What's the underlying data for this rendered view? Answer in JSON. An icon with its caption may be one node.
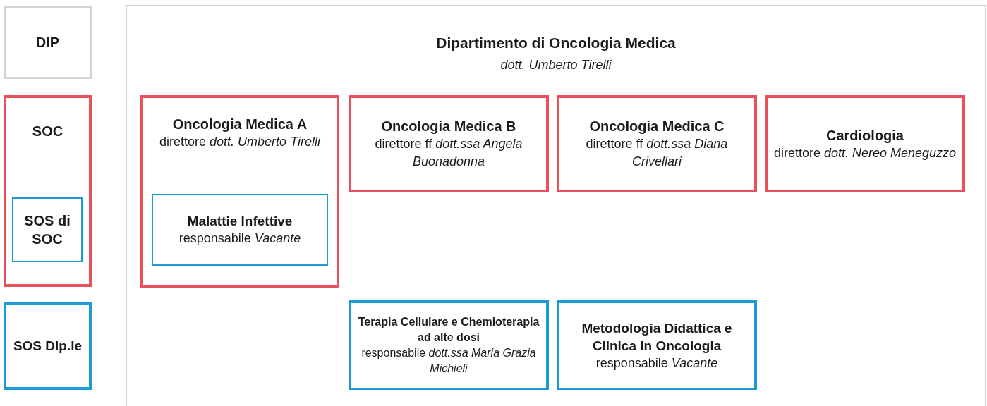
{
  "diagram": {
    "nodes": [
      {
        "text": [
          "DIP"
        ]
      },
      {
        "text": [
          "SOC"
        ]
      },
      {
        "text": [
          "SOS di SOC"
        ],
        "in": 1
      },
      {
        "text": [
          "SOS Dip.le"
        ]
      },
      {
        "text": [
          "Dipartimento di Oncologia Medica",
          "dott. Umberto Tirelli"
        ]
      },
      {
        "text": [
          "Oncologia Medica A",
          "direttore *dott. Umberto Tirelli*"
        ],
        "in": 4
      },
      {
        "text": [
          "Malattie Infettive",
          "responsabile *Vacante*"
        ],
        "in": 5
      },
      {
        "text": [
          "Oncologia Medica B",
          "direttore ff *dott.ssa Angela Buonadonna*"
        ],
        "in": 4
      },
      {
        "text": [
          "Oncologia Medica C",
          "direttore ff *dott.ssa Diana Crivellari*"
        ],
        "in": 4
      },
      {
        "text": [
          "Cardiologia",
          "direttore *dott. Nereo Meneguzzo*"
        ],
        "in": 4
      },
      {
        "text": [
          "Terapia Cellulare e Chemioterapia ad alte dosi",
          "responsabile *dott.ssa Maria Grazia Michieli*"
        ],
        "in": 4
      },
      {
        "text": [
          "Metodologia Didattica e Clinica in Oncologia",
          "responsabile *Vacante*"
        ],
        "in": 4
      }
    ]
  }
}
